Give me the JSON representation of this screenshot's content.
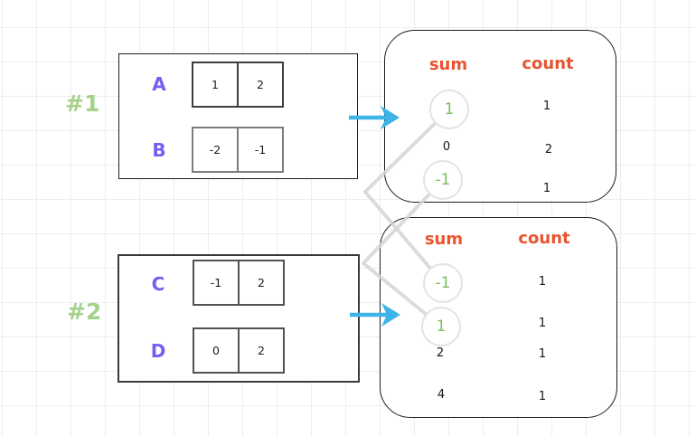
{
  "groups": [
    {
      "label": "#1",
      "arrays": [
        {
          "name": "A",
          "values": [
            "1",
            "2"
          ]
        },
        {
          "name": "B",
          "values": [
            "-2",
            "-1"
          ]
        }
      ],
      "result_table": {
        "sum_header": "sum",
        "count_header": "count",
        "rows": [
          {
            "sum": "1",
            "count": "1",
            "highlighted": true
          },
          {
            "sum": "0",
            "count": "2",
            "highlighted": false
          },
          {
            "sum": "-1",
            "count": "1",
            "highlighted": true
          }
        ]
      }
    },
    {
      "label": "#2",
      "arrays": [
        {
          "name": "C",
          "values": [
            "-1",
            "2"
          ]
        },
        {
          "name": "D",
          "values": [
            "0",
            "2"
          ]
        }
      ],
      "result_table": {
        "sum_header": "sum",
        "count_header": "count",
        "rows": [
          {
            "sum": "-1",
            "count": "1",
            "highlighted": true
          },
          {
            "sum": "1",
            "count": "1",
            "highlighted": true
          },
          {
            "sum": "2",
            "count": "1",
            "highlighted": false
          },
          {
            "sum": "4",
            "count": "1",
            "highlighted": false
          }
        ]
      }
    }
  ],
  "connections": [
    {
      "from_group": "#1",
      "from_sum": "1",
      "to_group": "#2",
      "to_sum": "-1"
    },
    {
      "from_group": "#1",
      "from_sum": "-1",
      "to_group": "#2",
      "to_sum": "1"
    }
  ],
  "colors": {
    "array_name": "#7b5cf0",
    "group_label": "#96cb77",
    "header": "#e8542f",
    "highlight_value": "#79bf58",
    "arrow": "#3cb4e7",
    "connector": "#d5d5d5"
  }
}
